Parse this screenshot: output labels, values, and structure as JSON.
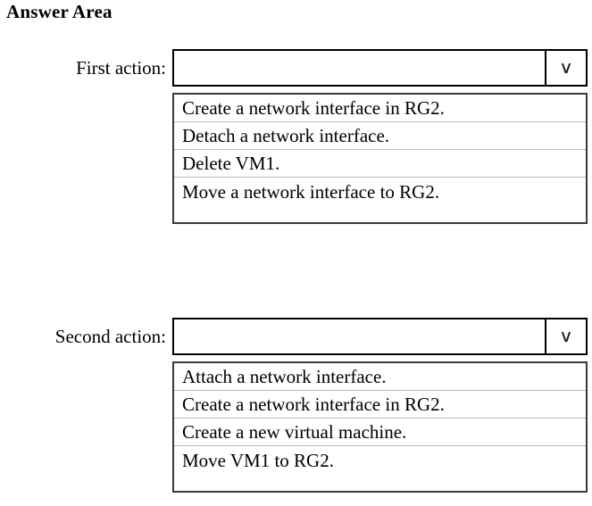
{
  "page": {
    "title": "Answer Area",
    "background_color": "#ffffff",
    "text_color": "#000000",
    "border_color": "#000000"
  },
  "dropdowns": [
    {
      "label": "First action:",
      "selected_value": "",
      "placeholder": "",
      "arrow_icon": "chevron-down-icon",
      "arrow_glyph": "∨",
      "expanded": true,
      "options": [
        "Create a network interface in RG2.",
        "Detach a network interface.",
        "Delete VM1.",
        "Move a network interface to RG2."
      ]
    },
    {
      "label": "Second action:",
      "selected_value": "",
      "placeholder": "",
      "arrow_icon": "chevron-down-icon",
      "arrow_glyph": "∨",
      "expanded": true,
      "options": [
        "Attach a network interface.",
        "Create a network interface in RG2.",
        "Create a new virtual machine.",
        "Move VM1 to RG2."
      ]
    }
  ]
}
